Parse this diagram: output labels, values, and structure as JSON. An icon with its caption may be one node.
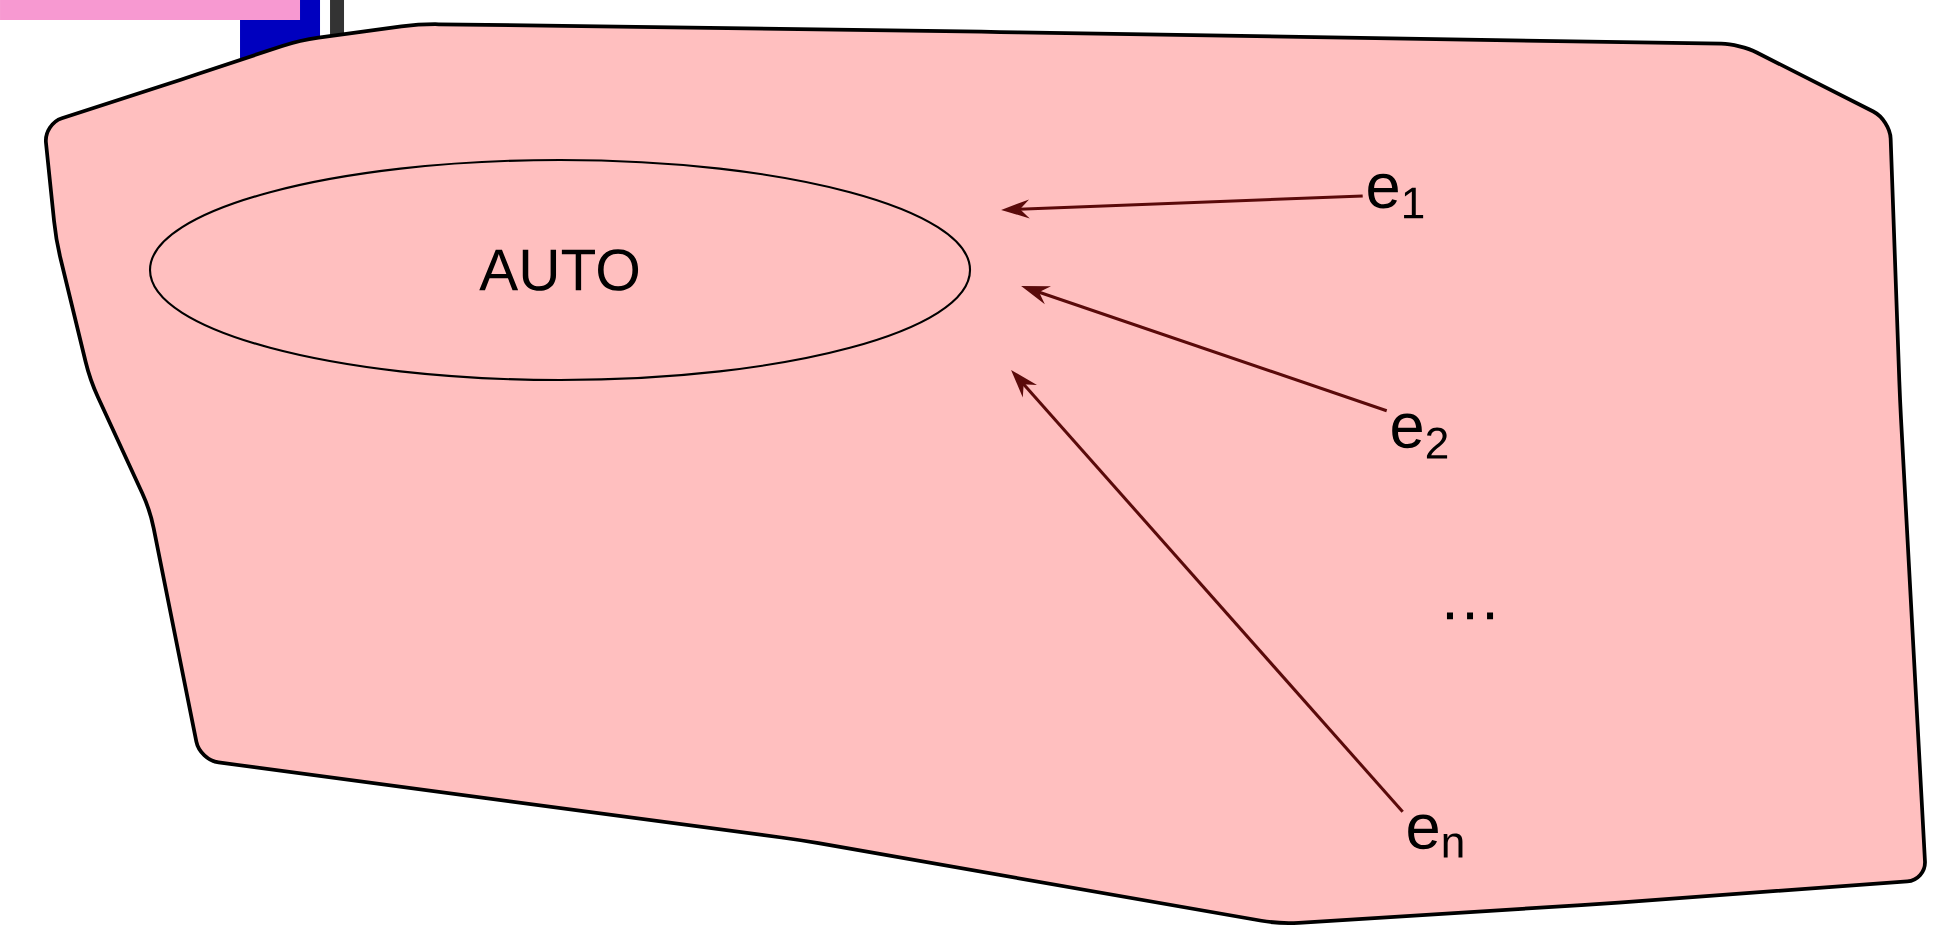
{
  "diagram": {
    "nodes": [
      {
        "text": [],
        "shape": "cloud"
      },
      {
        "text": [
          "AUTO"
        ],
        "in": 0
      },
      {
        "text": [
          "e$_{1}$"
        ],
        "in": 0
      },
      {
        "text": [
          "e$_{2}$"
        ],
        "in": 0
      },
      {
        "text": [
          "e$_{n}$"
        ],
        "in": 0
      }
    ],
    "edges": [
      {
        "from": 2,
        "to": 1,
        "arrow": "to"
      },
      {
        "from": 3,
        "to": 1,
        "arrow": "to"
      },
      {
        "from": 4,
        "to": 1,
        "arrow": "to"
      }
    ],
    "labels": [
      "…"
    ]
  }
}
